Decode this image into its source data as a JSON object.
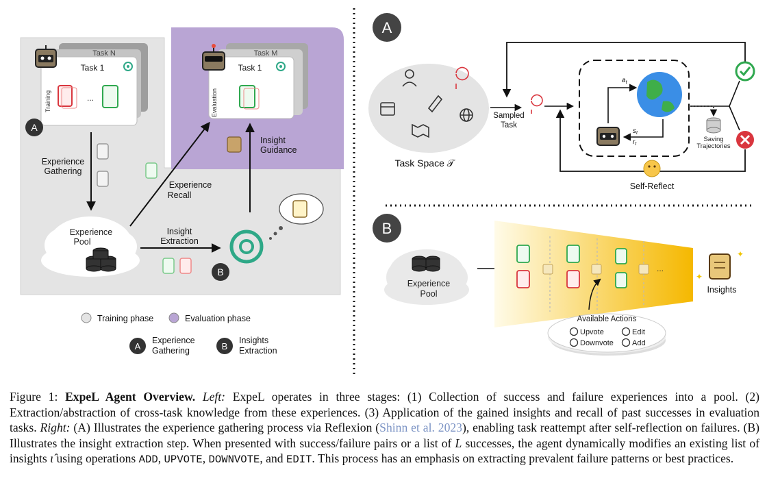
{
  "left_panel": {
    "task_n_label": "Task N",
    "task_1_label": "Task 1",
    "training_label": "Training",
    "ellipsis": "...",
    "experience_gathering": [
      "Experience",
      "Gathering"
    ],
    "experience_pool": [
      "Experience",
      "Pool"
    ],
    "insight_extraction": [
      "Insight",
      "Extraction"
    ],
    "experience_recall": [
      "Experience",
      "Recall"
    ],
    "task_m_label": "Task M",
    "eval_task_1_label": "Task 1",
    "evaluation_label": "Evaluation",
    "insight_guidance": [
      "Insight",
      "Guidance"
    ],
    "badge_a": "A",
    "badge_b": "B"
  },
  "legend": {
    "training_phase": "Training phase",
    "evaluation_phase": "Evaluation phase",
    "a_badge": "A",
    "a_label": [
      "Experience",
      "Gathering"
    ],
    "b_badge": "B",
    "b_label": [
      "Insights",
      "Extraction"
    ],
    "colors": {
      "training": "#e4e4e4",
      "evaluation": "#b9a5d4"
    }
  },
  "right_a": {
    "badge": "A",
    "task_space": "Task Space 𝒯",
    "sampled_task": [
      "Sampled",
      "Task"
    ],
    "a_t": "a",
    "a_t_sub": "t",
    "s_t": "s",
    "s_t_sub": "t",
    "r_t": "r",
    "r_t_sub": "t",
    "saving_trajectories": [
      "Saving",
      "Trajectories"
    ],
    "self_reflect": "Self-Reflect",
    "colors": {
      "success": "#2fa84f",
      "failure": "#d9363e"
    }
  },
  "right_b": {
    "badge": "B",
    "experience_pool": [
      "Experience",
      "Pool"
    ],
    "ellipsis": "...",
    "insights": "Insights",
    "available_actions_title": "Available Actions",
    "actions": [
      "Upvote",
      "Downvote",
      "Edit",
      "Add"
    ]
  },
  "caption": {
    "figure_label": "Figure 1:",
    "title": "ExpeL Agent Overview.",
    "left_label": "Left:",
    "left_text": "ExpeL operates in three stages: (1) Collection of success and failure experiences into a pool. (2) Extraction/abstraction of cross-task knowledge from these experiences. (3) Application of the gained insights and recall of past successes in evaluation tasks.",
    "right_label": "Right:",
    "right_text_1": "(A) Illustrates the experience gathering process via Reflexion (",
    "citation": "Shinn et al. 2023",
    "right_text_2": "), enabling task reattempt after self-reflection on failures. (B) Illustrates the insight extraction step. When presented with success/failure pairs or a list of",
    "var_L": "L",
    "right_text_3": "successes, the agent dynamically modifies an existing list of insights",
    "var_iota": "ι̂",
    "right_text_4": "using operations",
    "op_add": "ADD",
    "op_upvote": "UPVOTE",
    "op_downvote": "DOWNVOTE",
    "and_word": "and",
    "op_edit": "EDIT",
    "right_text_5": ". This process has an emphasis on extracting prevalent failure patterns or best practices."
  }
}
